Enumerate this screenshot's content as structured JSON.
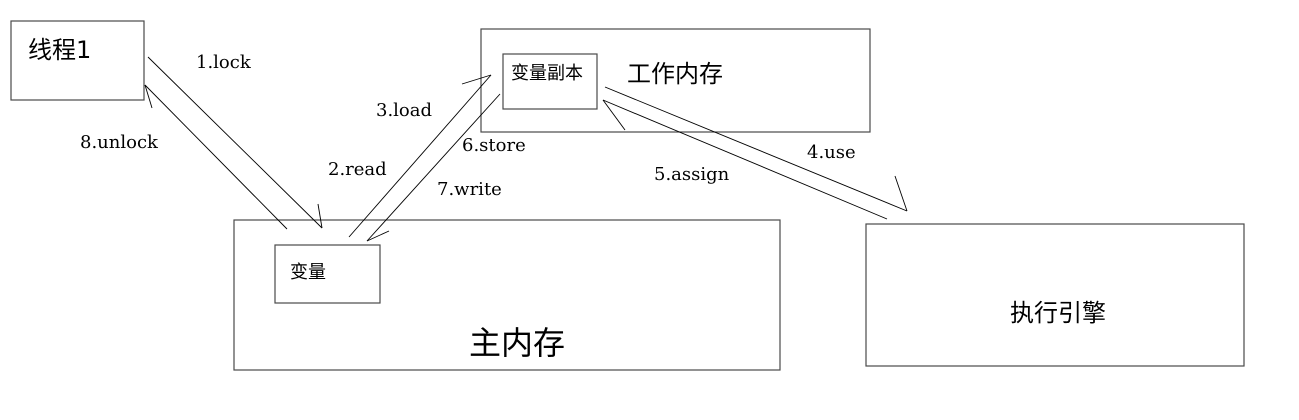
{
  "nodes": {
    "thread": {
      "label": "线程1"
    },
    "working_memory": {
      "label": "工作内存"
    },
    "variable_copy": {
      "label": "变量副本"
    },
    "main_memory": {
      "label": "主内存"
    },
    "variable": {
      "label": "变量"
    },
    "execution_engine": {
      "label": "执行引擎"
    }
  },
  "operations": {
    "lock": "1.lock",
    "read": "2.read",
    "load": "3.load",
    "use": "4.use",
    "assign": "5.assign",
    "store": "6.store",
    "write": "7.write",
    "unlock": "8.unlock"
  }
}
